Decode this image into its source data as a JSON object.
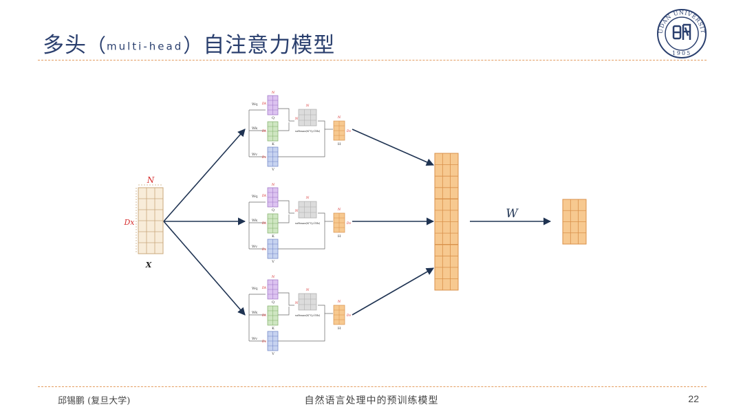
{
  "slide": {
    "title_main": "多头",
    "title_paren_open": "（",
    "title_mh": "multi-head",
    "title_paren_close": "）",
    "title_rest": "自注意力模型"
  },
  "logo": {
    "text_top": "FUDAN UNIVERSITY",
    "year": "1905",
    "name": "fudan-university-seal"
  },
  "diagram": {
    "input_label": "X",
    "input_dim_top": "N",
    "input_dim_left": "Dx",
    "output_weight_label": "W",
    "head": {
      "wq": "Wq",
      "wk": "Wk",
      "wv": "Wv",
      "q": "Q",
      "k": "K",
      "v": "V",
      "h": "H",
      "n": "N",
      "dk": "Dk",
      "dv": "Dv",
      "softmax": "softmax(KᵀQ/√Dk)"
    },
    "heads_count": 3,
    "colors": {
      "input_fill": "#f8ecd9",
      "q_fill": "#dcc3f0",
      "k_fill": "#cfe6c2",
      "v_fill": "#c7d3f0",
      "h_fill": "#f7c990",
      "attn_fill": "#dcdcdc",
      "arrow": "#1f3352",
      "label_red": "#d62f2f"
    }
  },
  "footer": {
    "author": "邱锡鹏 (复旦大学)",
    "course": "自然语言处理中的预训练模型",
    "page": "22"
  }
}
